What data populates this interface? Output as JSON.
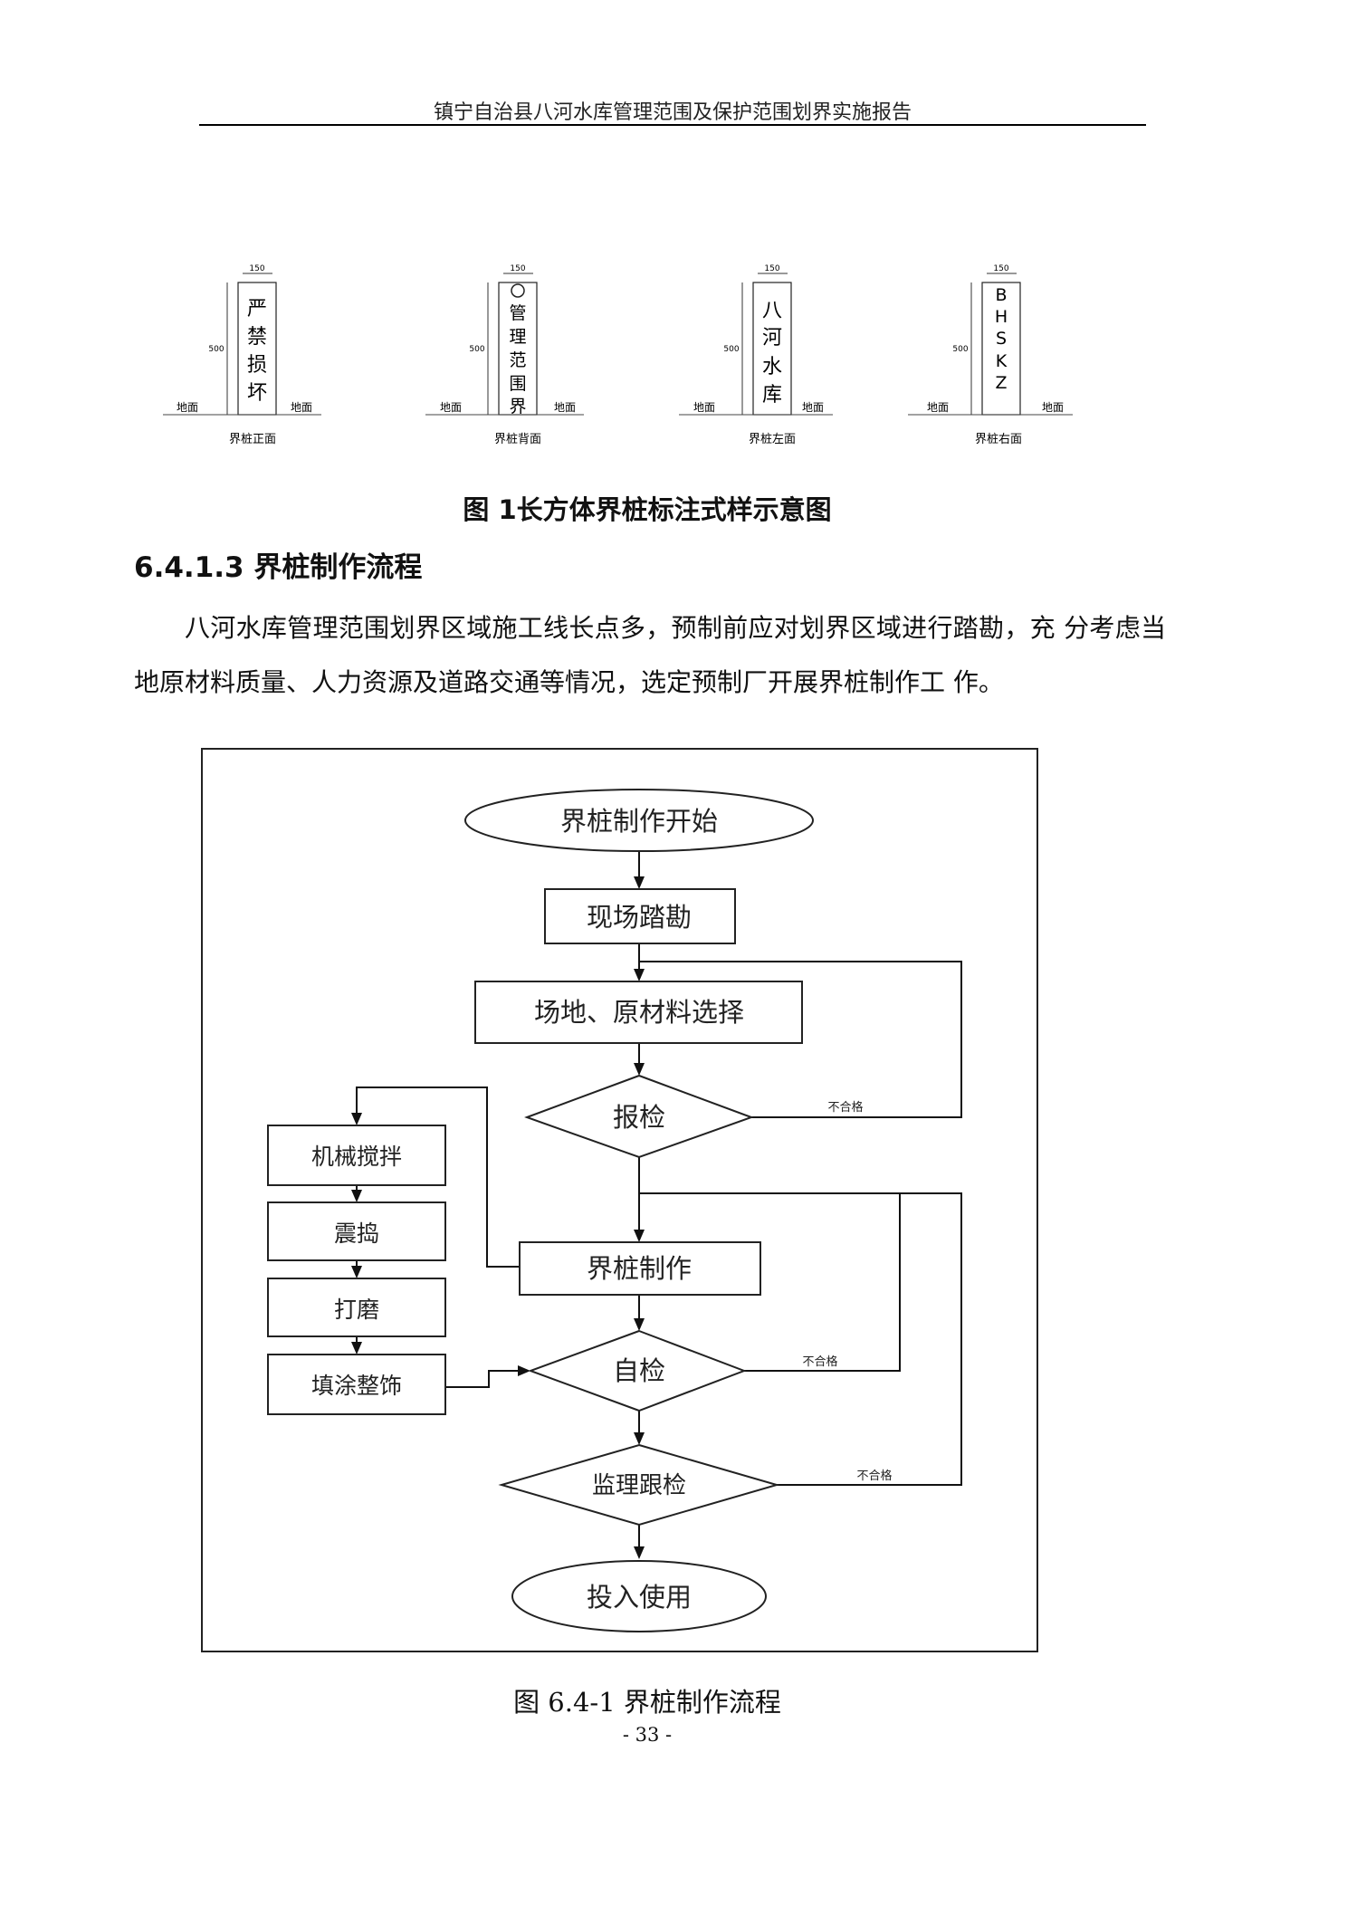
{
  "header": {
    "title": "镇宁自治县八河水库管理范围及保护范围划界实施报告"
  },
  "figure1": {
    "dim_width": [
      "150",
      "150",
      "150",
      "150"
    ],
    "dim_height": [
      "500",
      "500",
      "500",
      "500"
    ],
    "ground_label": "地面",
    "piles": [
      {
        "caption": "界桩正面",
        "chars": [
          "严",
          "禁",
          "损",
          "坏"
        ]
      },
      {
        "caption": "界桩背面",
        "chars": [
          "管",
          "理",
          "范",
          "围",
          "界"
        ]
      },
      {
        "caption": "界桩左面",
        "chars": [
          "八",
          "河",
          "水",
          "库"
        ]
      },
      {
        "caption": "界桩右面",
        "chars": [
          "B",
          "H",
          "S",
          "K",
          "Z"
        ]
      }
    ],
    "caption": "图 1长方体界桩标注式样示意图"
  },
  "section": {
    "heading": "6.4.1.3 界桩制作流程",
    "paragraph": "八河水库管理范围划界区域施工线长点多，预制前应对划界区域进行踏勘，充 分考虑当地原材料质量、人力资源及道路交通等情况，选定预制厂开展界桩制作工 作。"
  },
  "flowchart": {
    "start": "界桩制作开始",
    "survey": "现场踏勘",
    "select": "场地、原材料选择",
    "inspect": "报检",
    "mixing": "机械搅拌",
    "vibrate": "震捣",
    "polish": "打磨",
    "fill": "填涂整饰",
    "make": "界桩制作",
    "self_check": "自检",
    "supervise": "监理跟检",
    "end": "投入使用",
    "fail_label": "不合格"
  },
  "figure2_caption": "图 6.4-1 界桩制作流程",
  "page_number": "- 33 -"
}
